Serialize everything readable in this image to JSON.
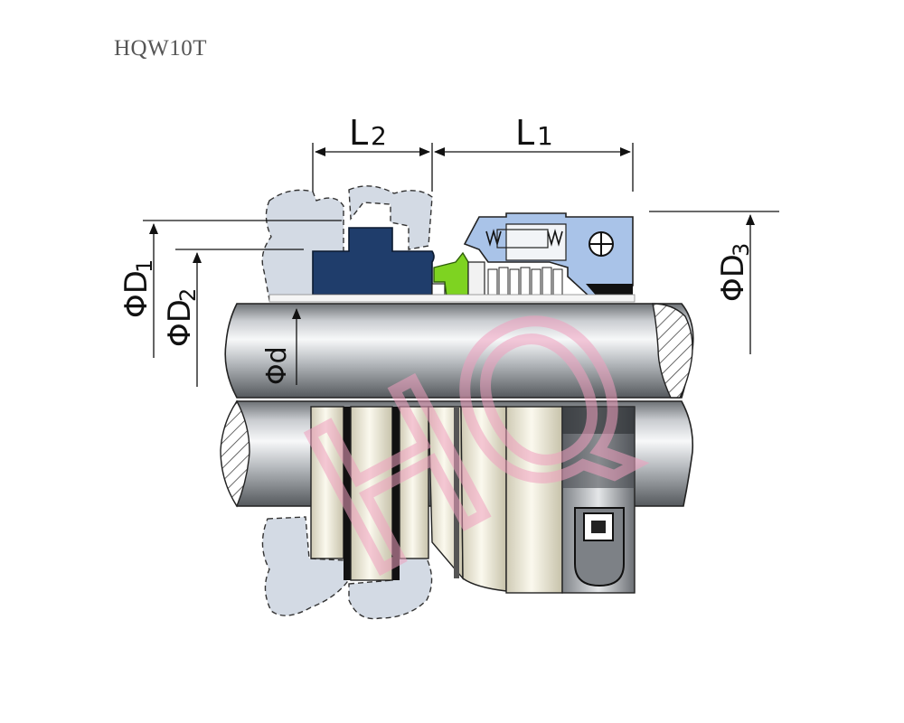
{
  "title": "HQW10T",
  "dimensions": {
    "L1": {
      "main": "L",
      "sub": "1"
    },
    "L2": {
      "main": "L",
      "sub": "2"
    },
    "D1": {
      "main": "ΦD",
      "sub": "1"
    },
    "D2": {
      "main": "ΦD",
      "sub": "2"
    },
    "D3": {
      "main": "ΦD",
      "sub": "3"
    },
    "d": {
      "main": "Φd"
    }
  },
  "watermark": "HQ",
  "colors": {
    "seat_blue": "#1f3d6b",
    "oring_green": "#7ed321",
    "housing_blue": "#a9c3e8",
    "chamber_gray": "#d3dae4",
    "shaft_gray": "#9ea2a6",
    "sleeve_cream": "#eae6d2",
    "watermark_pink": "#f0a0bf"
  }
}
